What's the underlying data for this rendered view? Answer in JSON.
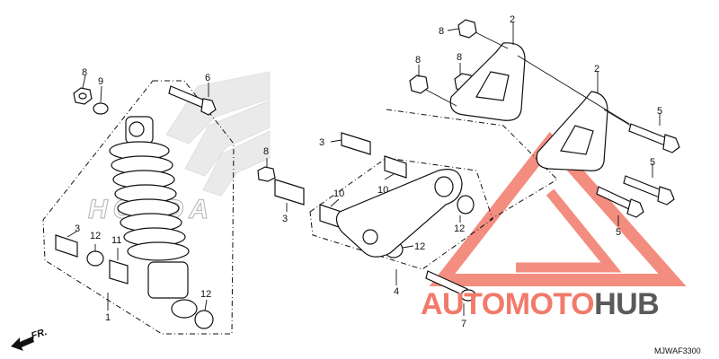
{
  "diagram": {
    "drawing_code": "MJWAF3300",
    "front_marker": "FR.",
    "callouts": [
      {
        "id": "c1",
        "text": "1"
      },
      {
        "id": "c2a",
        "text": "2"
      },
      {
        "id": "c2b",
        "text": "2"
      },
      {
        "id": "c3a",
        "text": "3"
      },
      {
        "id": "c3b",
        "text": "3"
      },
      {
        "id": "c3c",
        "text": "3"
      },
      {
        "id": "c4",
        "text": "4"
      },
      {
        "id": "c5a",
        "text": "5"
      },
      {
        "id": "c5b",
        "text": "5"
      },
      {
        "id": "c5c",
        "text": "5"
      },
      {
        "id": "c6",
        "text": "6"
      },
      {
        "id": "c7",
        "text": "7"
      },
      {
        "id": "c8a",
        "text": "8"
      },
      {
        "id": "c8b",
        "text": "8"
      },
      {
        "id": "c8c",
        "text": "8"
      },
      {
        "id": "c8d",
        "text": "8"
      },
      {
        "id": "c8e",
        "text": "8"
      },
      {
        "id": "c9",
        "text": "9"
      },
      {
        "id": "c10a",
        "text": "10"
      },
      {
        "id": "c10b",
        "text": "10"
      },
      {
        "id": "c11",
        "text": "11"
      },
      {
        "id": "c12a",
        "text": "12"
      },
      {
        "id": "c12b",
        "text": "12"
      },
      {
        "id": "c12c",
        "text": "12"
      },
      {
        "id": "c12d",
        "text": "12"
      }
    ]
  },
  "watermark": {
    "background_logo_text": "HONDA",
    "brand_part_1": "AUTOMOTO",
    "brand_part_2": "HUB",
    "colors": {
      "accent": "#f27a6a",
      "dark": "#5a5a5a",
      "logo_gray": "#c8c8c8"
    }
  }
}
